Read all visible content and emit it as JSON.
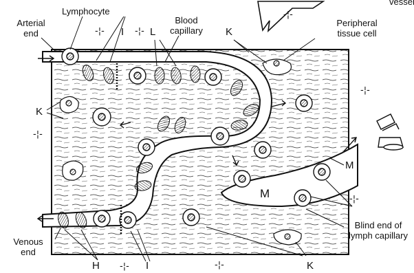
{
  "labels": {
    "lymphocyte": "Lymphocyte",
    "arterial_end": "Arterial end",
    "blood_capillary": "Blood capillary",
    "peripheral_tissue_cell": "Peripheral tissue cell",
    "vessel": "vessel",
    "venous_end": "Venous end",
    "blind_end": "Blind end of lymph capillary"
  },
  "letters": {
    "I": "I",
    "L": "L",
    "K": "K",
    "M": "M",
    "H": "H",
    "star": "-¦-"
  },
  "colors": {
    "ink": "#111111",
    "paper": "#ffffff"
  }
}
